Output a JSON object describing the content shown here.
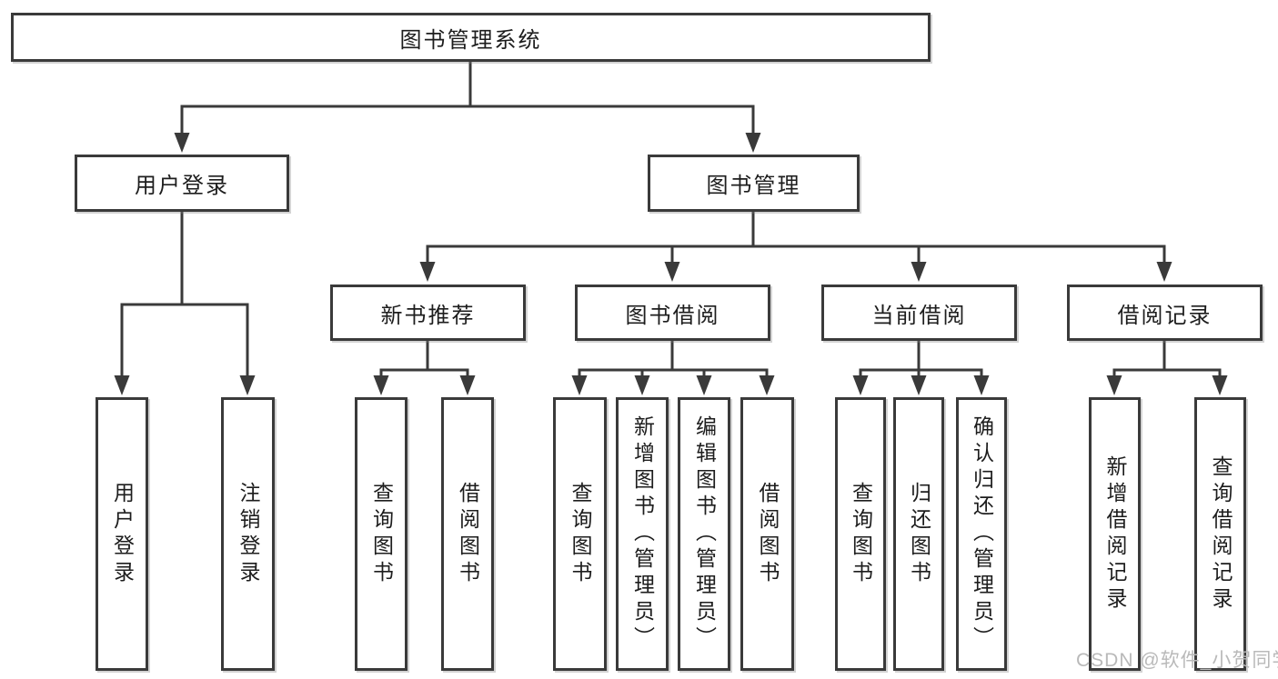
{
  "tree": {
    "label": "图书管理系统",
    "children": [
      {
        "label": "用户登录",
        "children": [
          {
            "label": "用户登录"
          },
          {
            "label": "注销登录"
          }
        ]
      },
      {
        "label": "图书管理",
        "children": [
          {
            "label": "新书推荐",
            "children": [
              {
                "label": "查询图书"
              },
              {
                "label": "借阅图书"
              }
            ]
          },
          {
            "label": "图书借阅",
            "children": [
              {
                "label": "查询图书"
              },
              {
                "label": "新增图书（管理员）"
              },
              {
                "label": "编辑图书（管理员）"
              },
              {
                "label": "借阅图书"
              }
            ]
          },
          {
            "label": "当前借阅",
            "children": [
              {
                "label": "查询图书"
              },
              {
                "label": "归还图书"
              },
              {
                "label": "确认归还（管理员）"
              }
            ]
          },
          {
            "label": "借阅记录",
            "children": [
              {
                "label": "新增借阅记录"
              },
              {
                "label": "查询借阅记录"
              }
            ]
          }
        ]
      }
    ]
  },
  "watermark": {
    "text": "CSDN @软件_小贺同学"
  },
  "colors": {
    "line": "#3a3a3a",
    "text": "#1d1d1d",
    "watermark": "#b9b9b9",
    "background": "#ffffff"
  }
}
